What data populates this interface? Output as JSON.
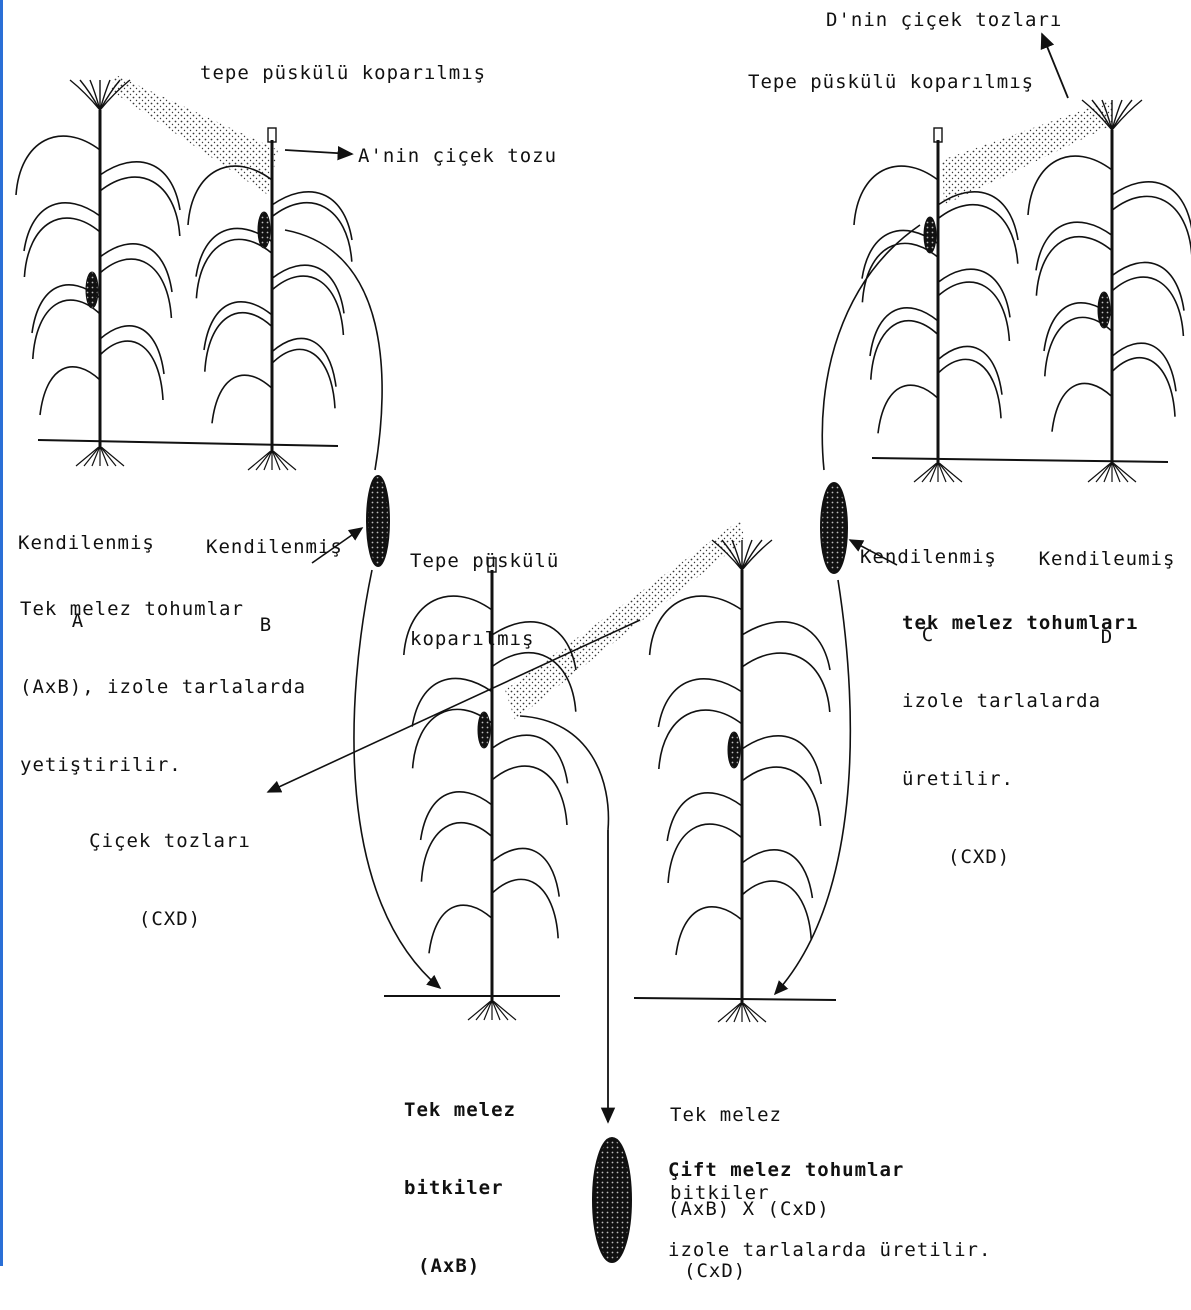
{
  "top_left": {
    "detasseled": "tepe püskülü koparılmış",
    "pollen_a": "A'nin çiçek tozu",
    "inbred_a": {
      "line1": "Kendilenmiş",
      "line2": "A"
    },
    "inbred_b": {
      "line1": "Kendilenmiş",
      "line2": "B"
    },
    "single_cross_note": [
      "Tek melez tohumlar",
      "(AxB), izole tarlalarda",
      "yetiştirilir."
    ]
  },
  "top_right": {
    "pollen_d": "D'nin çiçek tozları",
    "detasseled": "Tepe püskülü koparılmış",
    "inbred_c": {
      "line1": "Kendilenmiş",
      "line2": "C"
    },
    "inbred_d": {
      "line1": "Kendileumiş",
      "line2": "D"
    },
    "single_cross_note": [
      "tek melez tohumları",
      "izole tarlalarda",
      "üretilir.",
      "(CXD)"
    ]
  },
  "middle": {
    "detasseled": [
      "Tepe püskülü",
      "koparılmış"
    ],
    "pollen_cxd": [
      "Çiçek tozları",
      "(CXD)"
    ],
    "plant_axb": [
      "Tek melez",
      "bitkiler",
      "(AxB)"
    ],
    "plant_cxd": [
      "Tek melez",
      "bitkiler",
      "(CxD)"
    ]
  },
  "bottom": {
    "double_cross": [
      "Çift melez tohumlar",
      "(AxB) X (CxD)",
      "izole tarlalarda üretilir."
    ]
  },
  "colors": {
    "ink": "#111111",
    "frame": "#2a6fd6",
    "background": "#ffffff"
  }
}
